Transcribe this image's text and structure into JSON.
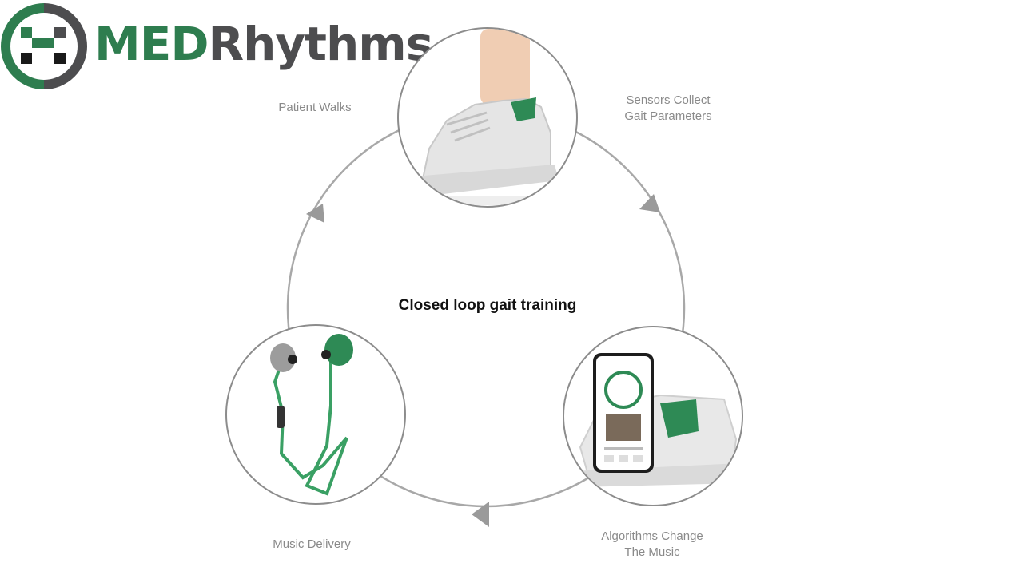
{
  "brand": {
    "name_part1": "MED",
    "name_part2": "Rhythms"
  },
  "diagram": {
    "center_title": "Closed loop gait training",
    "steps": [
      {
        "label_lines": [
          "Patient Walks"
        ]
      },
      {
        "label_lines": [
          "Sensors Collect",
          "Gait Parameters"
        ]
      },
      {
        "label_lines": [
          "Algorithms Change",
          "The Music"
        ]
      },
      {
        "label_lines": [
          "Music Delivery"
        ]
      }
    ]
  },
  "colors": {
    "brand_green": "#2e7d4f",
    "brand_gray": "#4d4d4f",
    "loop_gray": "#9a9a9a",
    "label_gray": "#8a8a8a"
  }
}
